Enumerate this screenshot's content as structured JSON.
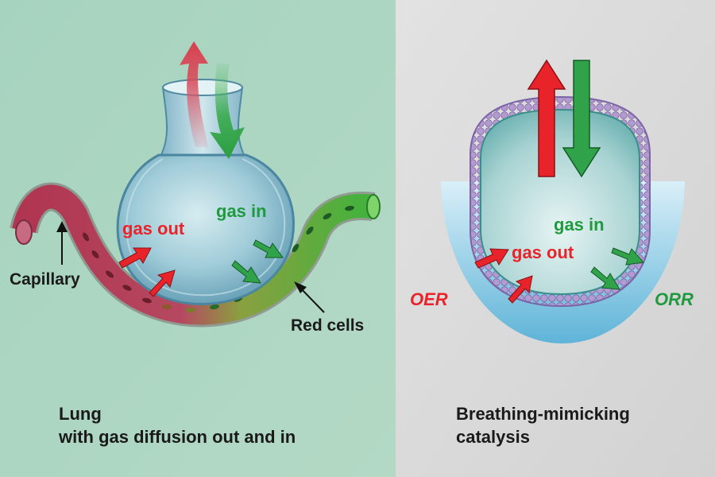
{
  "left_panel": {
    "labels": {
      "gas_out": "gas out",
      "gas_in": "gas in",
      "capillary": "Capillary",
      "red_cells": "Red cells"
    },
    "caption_line1": "Lung",
    "caption_line2": "with gas diffusion out and in"
  },
  "right_panel": {
    "labels": {
      "gas_in": "gas in",
      "gas_out": "gas out",
      "oer": "OER",
      "orr": "ORR"
    },
    "caption_line1": "Breathing-mimicking",
    "caption_line2": "catalysis"
  },
  "colors": {
    "left_bg": "#a9d4bf",
    "right_bg": "#dcdcdc",
    "out_red": "#e8232a",
    "in_green": "#1f9a3e",
    "bubble_blue": "#7fb5c8",
    "capillary_red": "#a8354a",
    "capillary_green": "#3fae3a",
    "catalyst_purple": "#a98bc8",
    "electrolyte_blue": "#86c7e2"
  }
}
